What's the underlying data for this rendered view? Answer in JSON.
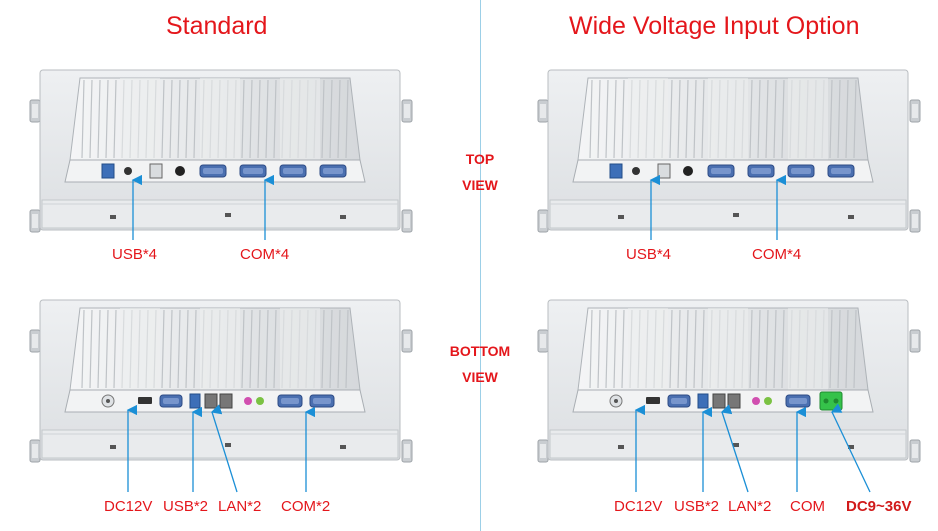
{
  "headings": {
    "standard": "Standard",
    "wide": "Wide Voltage Input Option"
  },
  "view_labels": {
    "top_line1": "TOP",
    "top_line2": "VIEW",
    "bottom_line1": "BOTTOM",
    "bottom_line2": "VIEW"
  },
  "callouts": {
    "standard_top": [
      "USB*4",
      "COM*4"
    ],
    "wide_top": [
      "USB*4",
      "COM*4"
    ],
    "standard_bottom": [
      "DC12V",
      "USB*2",
      "LAN*2",
      "COM*2"
    ],
    "wide_bottom": [
      "DC12V",
      "USB*2",
      "LAN*2",
      "COM",
      "DC9~36V"
    ]
  },
  "colors": {
    "label_red": "#e4161b",
    "arrow_blue": "#1b8fd6",
    "divider": "#9ccfe7",
    "terminal_green": "#35c24a"
  }
}
